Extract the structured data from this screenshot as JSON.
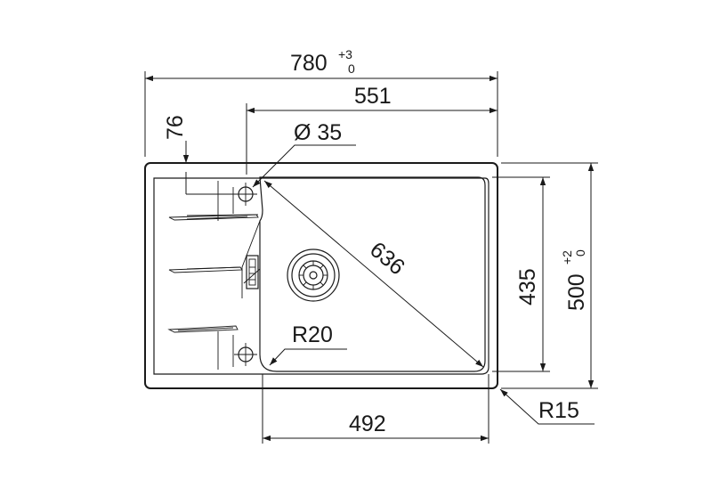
{
  "dimensions": {
    "overall_width": {
      "value": "780",
      "tol_plus": "+3",
      "tol_minus": "0"
    },
    "bowl_area_width": "551",
    "tap_hole_offset": "76",
    "tap_hole_diameter": "Ø 35",
    "diagonal": "636",
    "bowl_radius": "R20",
    "bowl_width": "492",
    "bowl_depth": "435",
    "overall_depth": {
      "value": "500",
      "tol_plus": "+2",
      "tol_minus": "0"
    },
    "corner_radius": "R15"
  },
  "colors": {
    "line": "#1a1a1a",
    "background": "#ffffff"
  }
}
